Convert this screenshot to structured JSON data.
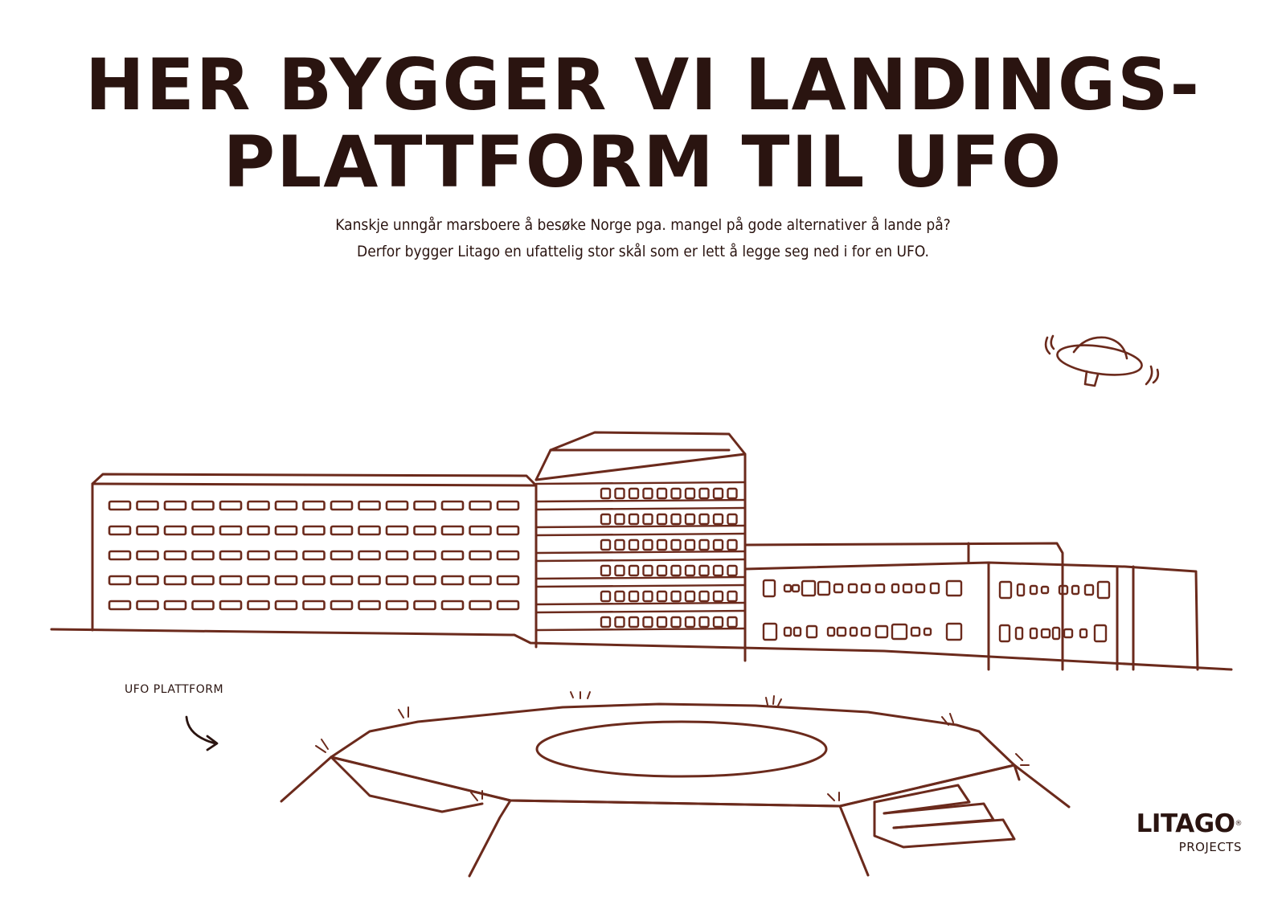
{
  "headline": {
    "line1": "HER BYGGER VI LANDINGS-",
    "line2": "PLATTFORM TIL UFO"
  },
  "subtitle": {
    "line1": "Kanskje unngår marsboere å besøke Norge pga. mangel på gode alternativer å lande på?",
    "line2": "Derfor bygger Litago en ufattelig  stor skål som er lett å legge seg ned i for en UFO."
  },
  "illustration": {
    "platform_label": "UFO PLATTFORM",
    "icons": [
      "ufo-icon",
      "curved-arrow-icon"
    ]
  },
  "logo": {
    "brand": "LITAGO",
    "registered": "®",
    "sub": "PROJECTS"
  },
  "colors": {
    "ink": "#2a1410",
    "line": "#6b2a1c",
    "background": "#ffffff"
  }
}
